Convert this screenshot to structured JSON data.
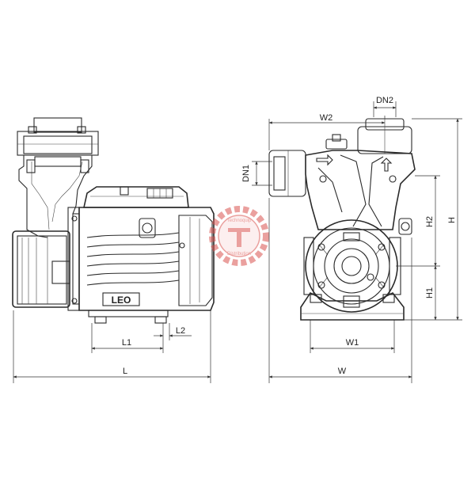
{
  "drawing": {
    "brand_plate": "LEO",
    "dimensions": {
      "L": "L",
      "L1": "L1",
      "L2": "L2",
      "W": "W",
      "W1": "W1",
      "W2": "W2",
      "H": "H",
      "H1": "H1",
      "H2": "H2",
      "DN1": "DN1",
      "DN2": "DN2"
    },
    "watermark": {
      "top_text": "Technoquip",
      "bottom_text": "Distribution",
      "color": "#d9534f"
    }
  }
}
